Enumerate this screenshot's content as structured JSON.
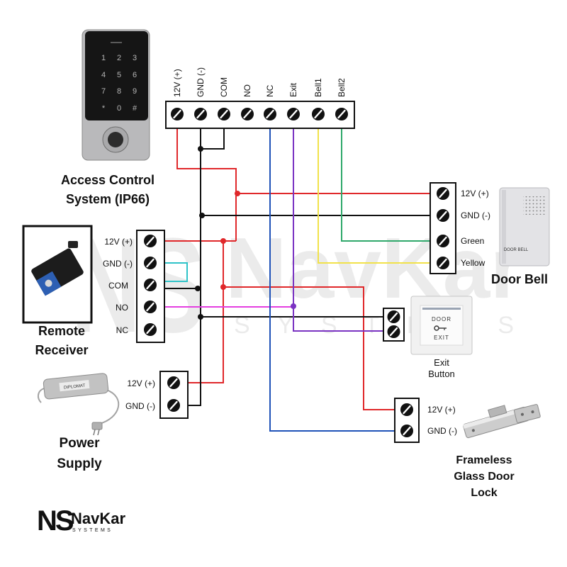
{
  "access_control": {
    "caption_line1": "Access Control",
    "caption_line2": "System (IP66)",
    "keypad_keys": [
      "1",
      "2",
      "3",
      "4",
      "5",
      "6",
      "7",
      "8",
      "9",
      "*",
      "0",
      "#"
    ],
    "terminals": [
      "12V (+)",
      "GND (-)",
      "COM",
      "NO",
      "NC",
      "Exit",
      "Bell1",
      "Bell2"
    ]
  },
  "door_bell": {
    "caption": "Door Bell",
    "device_label": "DOOR BELL",
    "terminals": [
      "12V (+)",
      "GND (-)",
      "Green",
      "Yellow"
    ]
  },
  "remote_receiver": {
    "caption_line1": "Remote",
    "caption_line2": "Receiver",
    "terminals": [
      "12V (+)",
      "GND (-)",
      "COM",
      "NO",
      "NC"
    ]
  },
  "exit_button": {
    "caption_line1": "Exit",
    "caption_line2": "Button",
    "device_label_top": "DOOR",
    "device_label_bottom": "EXIT"
  },
  "power_supply": {
    "caption_line1": "Power",
    "caption_line2": "Supply",
    "device_label": "DIPLOMAT",
    "terminals": [
      "12V (+)",
      "GND (-)"
    ]
  },
  "door_lock": {
    "caption_line1": "Frameless",
    "caption_line2": "Glass Door",
    "caption_line3": "Lock",
    "terminals": [
      "12V (+)",
      "GND (-)"
    ]
  },
  "logo": {
    "mark": "NS",
    "name": "NavKar",
    "tagline": "SYSTEMS"
  },
  "watermark": {
    "mark": "NS",
    "name": "NavKar",
    "tagline": "SYSTEMS"
  },
  "wire_colors": {
    "red": "#e0282b",
    "black": "#111111",
    "cyan": "#2fc3c8",
    "magenta": "#e43fe0",
    "purple": "#7a33c2",
    "blue": "#1f52b8",
    "yellow": "#f1e24a",
    "green": "#2fa86b"
  }
}
